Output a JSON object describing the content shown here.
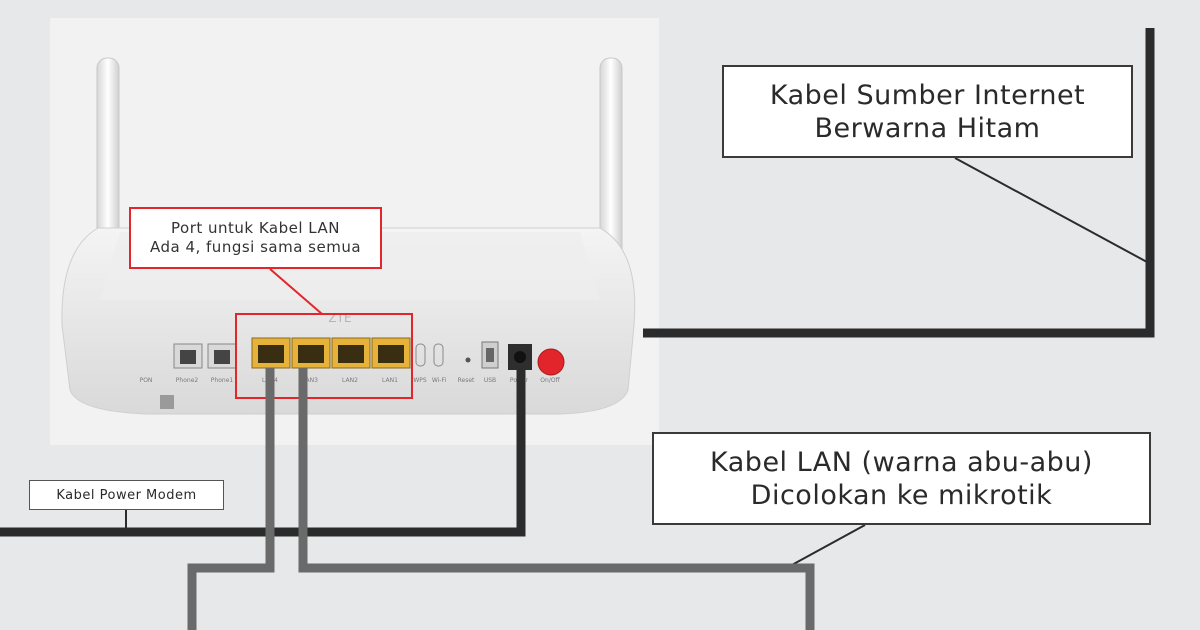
{
  "labels": {
    "internet_line1": "Kabel Sumber Internet",
    "internet_line2": "Berwarna Hitam",
    "lan_line1": "Kabel LAN (warna abu-abu)",
    "lan_line2": "Dicolokan ke mikrotik",
    "power": "Kabel Power Modem",
    "port_line1": "Port untuk Kabel LAN",
    "port_line2": "Ada 4, fungsi sama semua"
  },
  "modem_ports": {
    "pon": "PON",
    "phone2": "Phone2",
    "phone1": "Phone1",
    "lan4": "LAN4",
    "lan3": "LAN3",
    "lan2": "LAN2",
    "lan1": "LAN1",
    "wps": "WPS",
    "wifi": "Wi-Fi",
    "reset": "Reset",
    "usb": "USB",
    "power": "Power",
    "onoff": "On/Off"
  },
  "colors": {
    "background": "#e7e8e9",
    "black_cable": "#2b2b2b",
    "gray_cable": "#6a6a6a",
    "highlight_red": "#e2262b",
    "lan_port_yellow": "#e6b23a"
  }
}
